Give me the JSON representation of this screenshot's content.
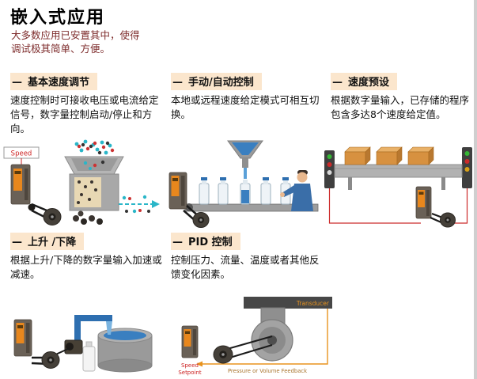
{
  "page": {
    "title": "嵌入式应用",
    "intro": {
      "line1": "大多数应用已安置其中，使得",
      "line2": "调试极其简单、方便。"
    }
  },
  "sections": [
    {
      "marker": "—",
      "heading": "基本速度调节",
      "body": "速度控制时可接收电压或电流给定信号，数字量控制启动/停止和方向。"
    },
    {
      "marker": "—",
      "heading": "手动/自动控制",
      "body": "本地或远程速度给定模式可相互切换。"
    },
    {
      "marker": "—",
      "heading": "速度预设",
      "body": "根据数字量输入，已存储的程序包含多达8个速度给定值。"
    },
    {
      "marker": "—",
      "heading": "上升 /下降",
      "body": "根据上升/下降的数字量输入加速或减速。"
    },
    {
      "marker": "—",
      "heading": "PID 控制",
      "body": "控制压力、流量、温度或者其他反馈变化因素。"
    }
  ],
  "labels": {
    "speed": "Speed",
    "setpoint": "Setpoint",
    "transducer": "Transducer",
    "feedback": "Pressure or Volume Feedback"
  },
  "colors": {
    "heading_bg": "#fbe6cd",
    "accent_orange": "#e8871d",
    "wire_red": "#cc2222",
    "pipe_blue": "#2e6fb0",
    "intro_text": "#7d2b2b"
  }
}
